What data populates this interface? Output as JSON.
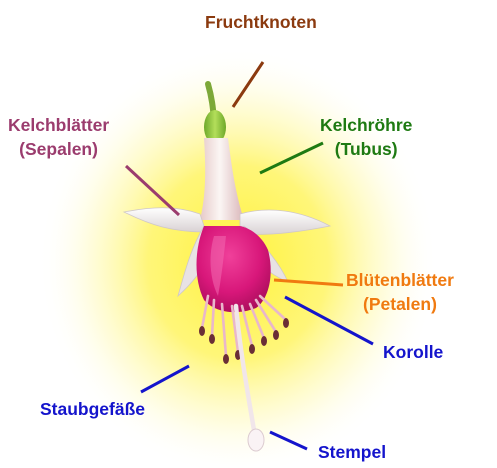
{
  "colors": {
    "fruchtknoten": "#8B3A0F",
    "kelchblaetter": "#9B3C6E",
    "kelchroehre": "#1E7A12",
    "bluetenblaetter": "#F07A10",
    "korolle": "#1414CC",
    "staubgefaesse": "#1414CC",
    "stempel": "#1414CC",
    "glow": "#FFF45C",
    "petal_magenta": "#E0187A",
    "sepal_white": "#F4F4F4",
    "ovary_green": "#8CC43C"
  },
  "labels": {
    "fruchtknoten": "Fruchtknoten",
    "kelchblaetter": [
      "Kelchblätter",
      "(Sepalen)"
    ],
    "kelchroehre": [
      "Kelchröhre",
      "(Tubus)"
    ],
    "bluetenblaetter": [
      "Blütenblätter",
      "(Petalen)"
    ],
    "korolle": "Korolle",
    "staubgefaesse": "Staubgefäße",
    "stempel": "Stempel"
  }
}
